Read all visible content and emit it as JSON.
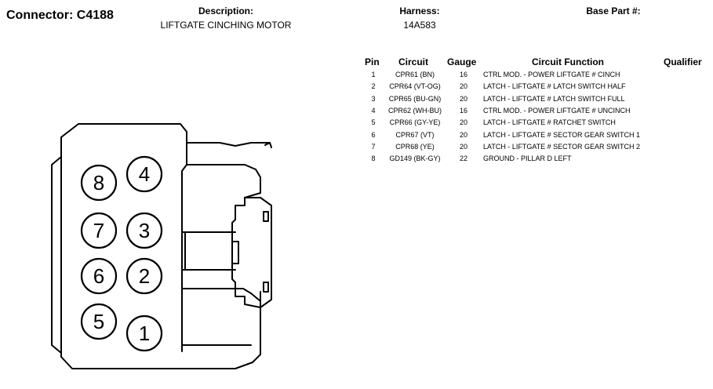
{
  "connector": {
    "label": "Connector:",
    "id": "C4188"
  },
  "description": {
    "label": "Description:",
    "value": "LIFTGATE CINCHING MOTOR"
  },
  "harness": {
    "label": "Harness:",
    "value": "14A583"
  },
  "base_part": {
    "label": "Base Part #:",
    "value": ""
  },
  "table": {
    "headers": {
      "pin": "Pin",
      "circuit": "Circuit",
      "gauge": "Gauge",
      "function": "Circuit Function",
      "qualifier": "Qualifier"
    },
    "rows": [
      {
        "pin": "1",
        "circuit": "CPR61 (BN)",
        "gauge": "16",
        "function": "CTRL MOD. - POWER LIFTGATE # CINCH"
      },
      {
        "pin": "2",
        "circuit": "CPR64 (VT-OG)",
        "gauge": "20",
        "function": "LATCH - LIFTGATE # LATCH SWITCH HALF"
      },
      {
        "pin": "3",
        "circuit": "CPR65 (BU-GN)",
        "gauge": "20",
        "function": "LATCH - LIFTGATE # LATCH SWITCH FULL"
      },
      {
        "pin": "4",
        "circuit": "CPR62 (WH-BU)",
        "gauge": "16",
        "function": "CTRL MOD. - POWER LIFTGATE # UNCINCH"
      },
      {
        "pin": "5",
        "circuit": "CPR66 (GY-YE)",
        "gauge": "20",
        "function": "LATCH - LIFTGATE # RATCHET SWITCH"
      },
      {
        "pin": "6",
        "circuit": "CPR67 (VT)",
        "gauge": "20",
        "function": "LATCH - LIFTGATE # SECTOR GEAR SWITCH 1"
      },
      {
        "pin": "7",
        "circuit": "CPR68 (YE)",
        "gauge": "20",
        "function": "LATCH - LIFTGATE # SECTOR GEAR SWITCH 2"
      },
      {
        "pin": "8",
        "circuit": "GD149 (BK-GY)",
        "gauge": "22",
        "function": "GROUND - PILLAR D LEFT"
      }
    ]
  },
  "connector_pins": [
    "8",
    "4",
    "7",
    "3",
    "6",
    "2",
    "5",
    "1"
  ]
}
